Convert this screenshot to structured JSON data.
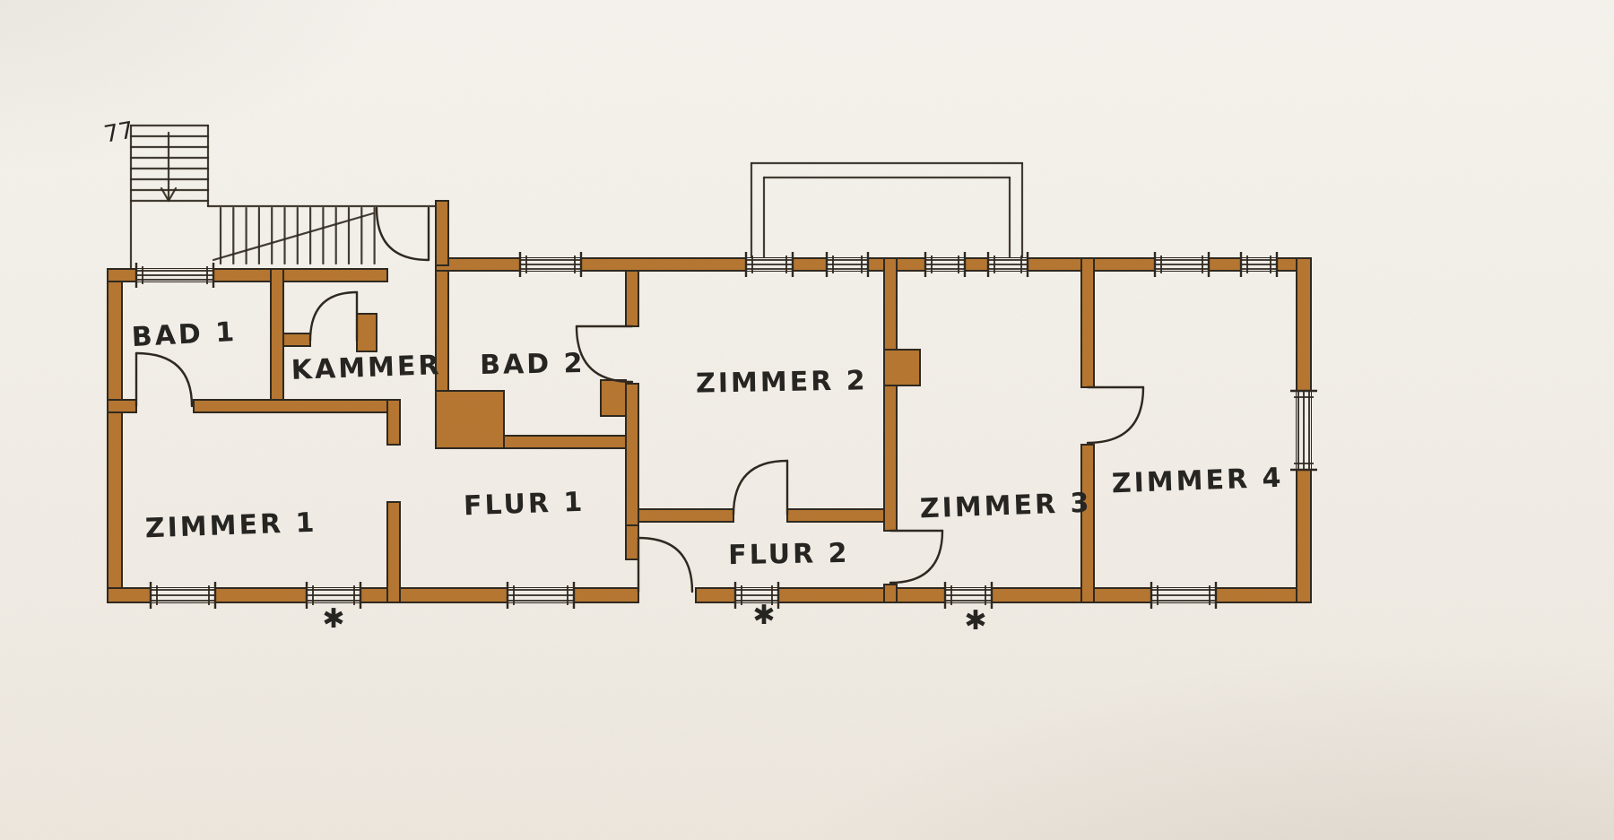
{
  "palette": {
    "paper": "#f3efe9",
    "wall_fill": "#b5752e",
    "ink": "#2b251c"
  },
  "rooms": [
    {
      "label": "BAD 1"
    },
    {
      "label": "KAMMER"
    },
    {
      "label": "BAD 2"
    },
    {
      "label": "ZIMMER 2"
    },
    {
      "label": "ZIMMER 1"
    },
    {
      "label": "FLUR 1"
    },
    {
      "label": "FLUR 2"
    },
    {
      "label": "ZIMMER 3"
    },
    {
      "label": "ZIMMER 4"
    }
  ],
  "annotations": {
    "stair_mark": "77",
    "entrance_mark": "✱"
  }
}
